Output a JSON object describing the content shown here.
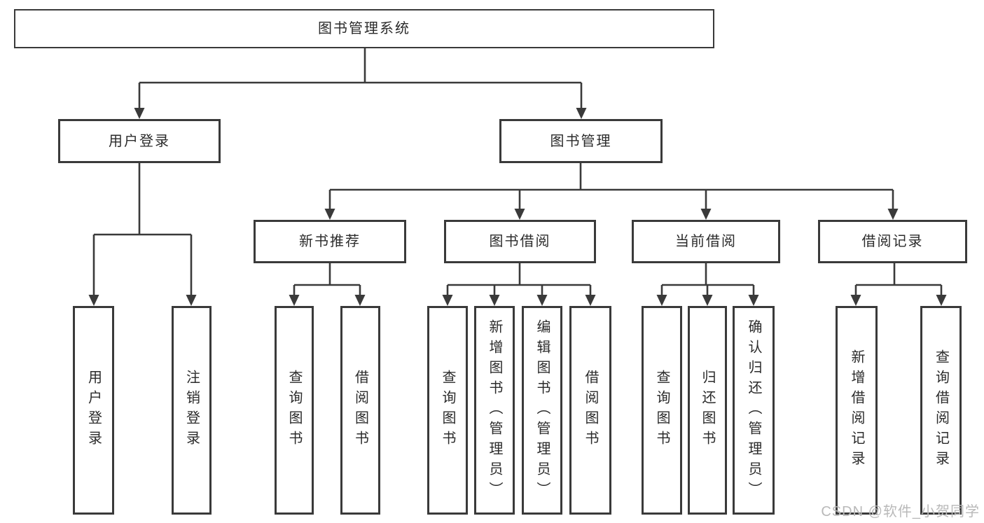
{
  "diagram": {
    "title_node": "图书管理系统",
    "tree": {
      "root": {
        "label": "图书管理系统"
      },
      "branches": [
        {
          "label": "用户登录",
          "children": [
            {
              "label": "用户登录"
            },
            {
              "label": "注销登录"
            }
          ]
        },
        {
          "label": "图书管理",
          "children": [
            {
              "label": "新书推荐",
              "children": [
                {
                  "label": "查询图书"
                },
                {
                  "label": "借阅图书"
                }
              ]
            },
            {
              "label": "图书借阅",
              "children": [
                {
                  "label": "查询图书"
                },
                {
                  "label": "新增图书（管理员）"
                },
                {
                  "label": "编辑图书（管理员）"
                },
                {
                  "label": "借阅图书"
                }
              ]
            },
            {
              "label": "当前借阅",
              "children": [
                {
                  "label": "查询图书"
                },
                {
                  "label": "归还图书"
                },
                {
                  "label": "确认归还（管理员）"
                }
              ]
            },
            {
              "label": "借阅记录",
              "children": [
                {
                  "label": "新增借阅记录"
                },
                {
                  "label": "查询借阅记录"
                }
              ]
            }
          ]
        }
      ]
    },
    "colors": {
      "line": "#3a3a3a",
      "box_border": "#3a3a3a",
      "box_background": "#ffffff",
      "text": "#2b2b2b",
      "watermark_text": "#b9b9b9"
    }
  },
  "watermark": {
    "text": "CSDN @软件_小贺同学"
  }
}
